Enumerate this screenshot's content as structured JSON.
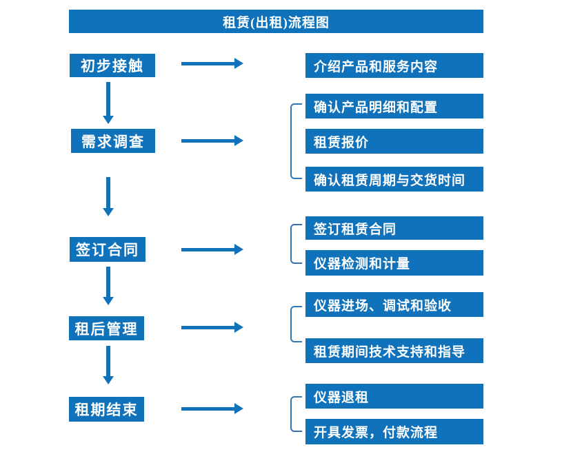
{
  "title": "租赁(出租)流程图",
  "colors": {
    "primary_blue": "#0f72ba",
    "bracket_blue": "#2e75b6",
    "text_white": "#ffffff",
    "background": "#ffffff"
  },
  "stages": [
    {
      "label": "初步接触",
      "outputs": [
        "介绍产品和服务内容"
      ]
    },
    {
      "label": "需求调查",
      "outputs": [
        "确认产品明细和配置",
        "租赁报价",
        "确认租赁周期与交货时间"
      ]
    },
    {
      "label": "签订合同",
      "outputs": [
        "签订租赁合同",
        "仪器检测和计量"
      ]
    },
    {
      "label": "租后管理",
      "outputs": [
        "仪器进场、调试和验收",
        "租赁期间技术支持和指导"
      ]
    },
    {
      "label": "租期结束",
      "outputs": [
        "仪器退租",
        "开具发票，付款流程"
      ]
    }
  ]
}
